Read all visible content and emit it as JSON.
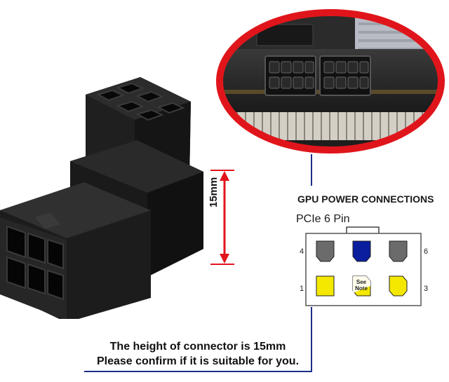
{
  "dimension": {
    "label": "15mm"
  },
  "pinout": {
    "title": "GPU POWER CONNECTIONS",
    "subtitle": "PCIe 6 Pin",
    "pin_numbers": {
      "top_left": "4",
      "top_right": "6",
      "bottom_left": "1",
      "bottom_right": "3"
    },
    "note_lines": [
      "See",
      "Note"
    ],
    "colors": {
      "ground": "#6b6b6b",
      "sense": "#0a1e9e",
      "power": "#f4e800"
    }
  },
  "message": {
    "line1": "The height of connector is 15mm",
    "line2": "Please confirm if it is suitable for you."
  },
  "colors": {
    "accent_red": "#e0151b",
    "callout_blue": "#1c2f88"
  }
}
